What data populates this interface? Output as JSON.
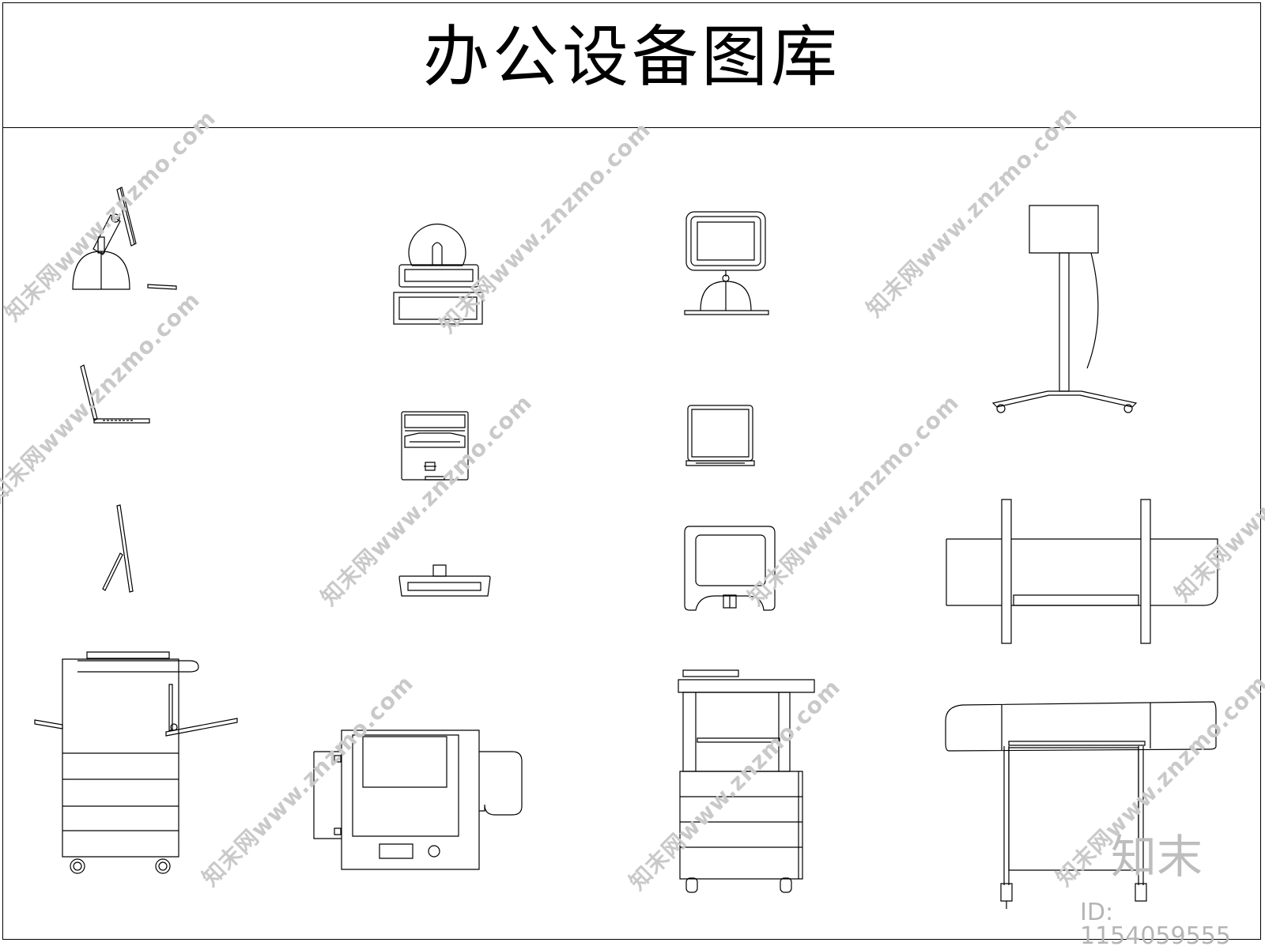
{
  "title": "办公设备图库",
  "watermark": {
    "text": "知末网www.znzmo.com",
    "brand": "知末",
    "id_text": "ID: 1154059555"
  },
  "colors": {
    "line": "#000000",
    "watermark": "#c9c9c9",
    "background": "#ffffff"
  }
}
